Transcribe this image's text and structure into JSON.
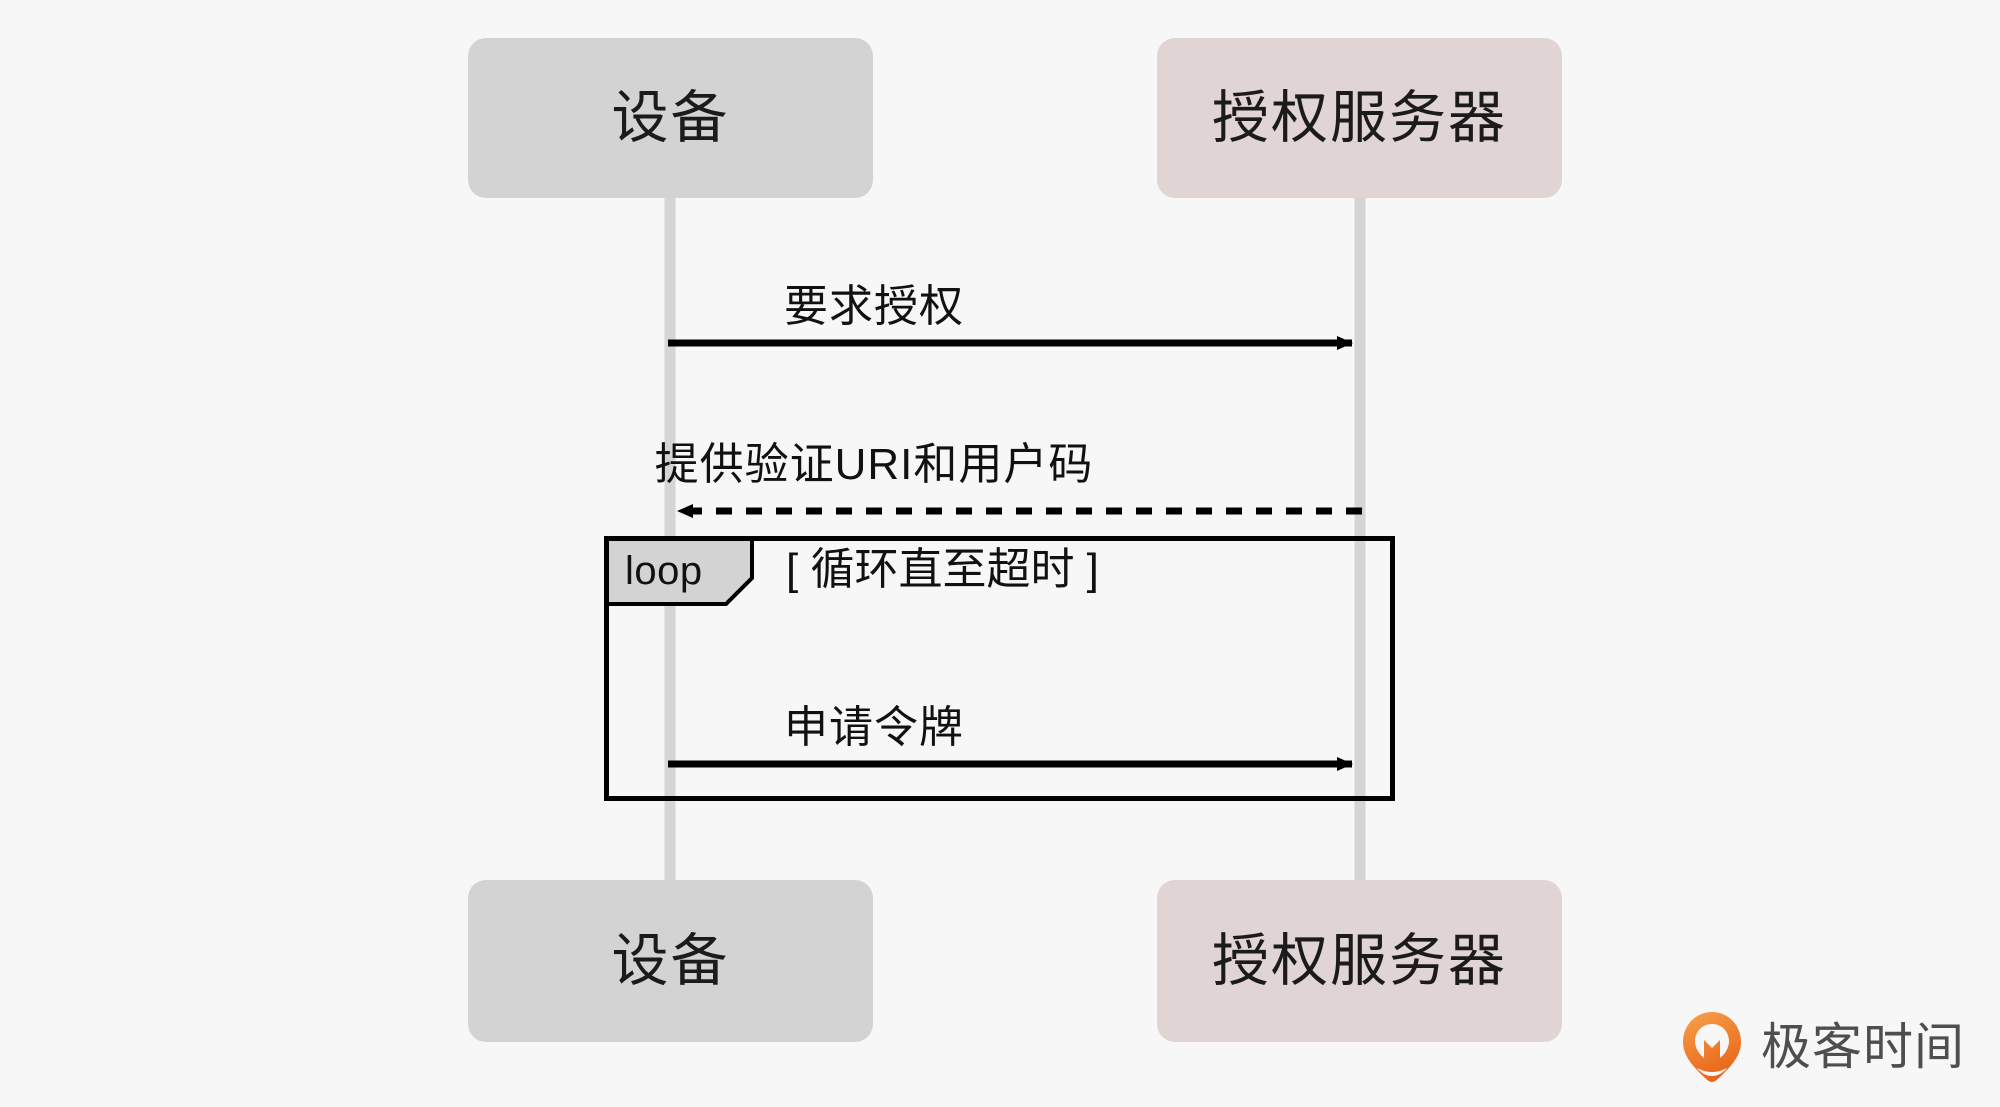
{
  "diagram": {
    "type": "sequence-diagram",
    "background_color": "#f8f7f7",
    "participants": [
      {
        "id": "device",
        "label": "设备",
        "color": "#d4d3d3",
        "lifeline_color": "#d4d4d4"
      },
      {
        "id": "auth_server",
        "label": "授权服务器",
        "color": "#e0d4d4",
        "lifeline_color": "#d4d4d4"
      }
    ],
    "messages": [
      {
        "index": 0,
        "label": "要求授权",
        "from": "device",
        "to": "auth_server",
        "style": "solid",
        "direction": "right"
      },
      {
        "index": 1,
        "label": "提供验证URI和用户码",
        "from": "auth_server",
        "to": "device",
        "style": "dashed",
        "direction": "left"
      },
      {
        "index": 2,
        "label": "申请令牌",
        "from": "device",
        "to": "auth_server",
        "style": "solid",
        "direction": "right",
        "inside_fragment": "loop"
      }
    ],
    "fragments": [
      {
        "kind": "loop",
        "tag": "loop",
        "condition": "[ 循环直至超时 ]",
        "border_color": "#000000",
        "tag_background": "#d4d3d3"
      }
    ]
  },
  "watermark": {
    "text": "极客时间",
    "icon": "geektime-logo-icon",
    "icon_color_start": "#f5a14a",
    "icon_color_end": "#ea6b18",
    "text_color": "#4e4e4e"
  }
}
